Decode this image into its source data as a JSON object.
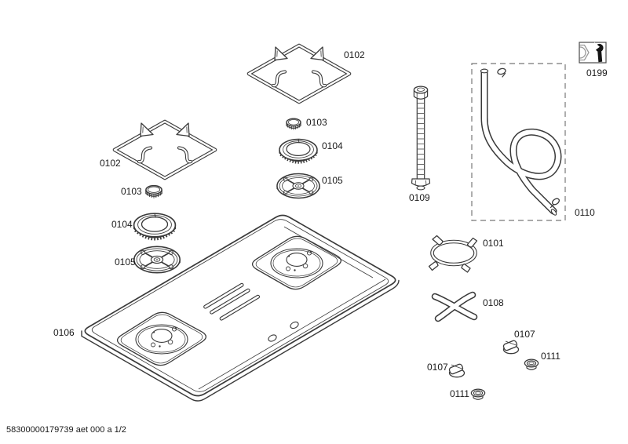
{
  "page": {
    "footer_code": "58300000179739 aet 000 a 1/2",
    "background": "#ffffff",
    "line_color": "#3a3a3a"
  },
  "callouts": {
    "wok_ring": "0101",
    "pan_support_top": "0102",
    "pan_support_left": "0102",
    "burner_cap_top": "0103",
    "burner_cap_left": "0103",
    "burner_ring_top": "0104",
    "burner_ring_left": "0104",
    "burner_body_top": "0105",
    "burner_body_left": "0105",
    "cooktop_panel": "0106",
    "knob_right": "0107",
    "knob_left": "0107",
    "cross_support": "0108",
    "braided_hose": "0109",
    "gas_pipe": "0110",
    "bezel_right": "0111",
    "bezel_left": "0111",
    "service_icon": "0199"
  }
}
